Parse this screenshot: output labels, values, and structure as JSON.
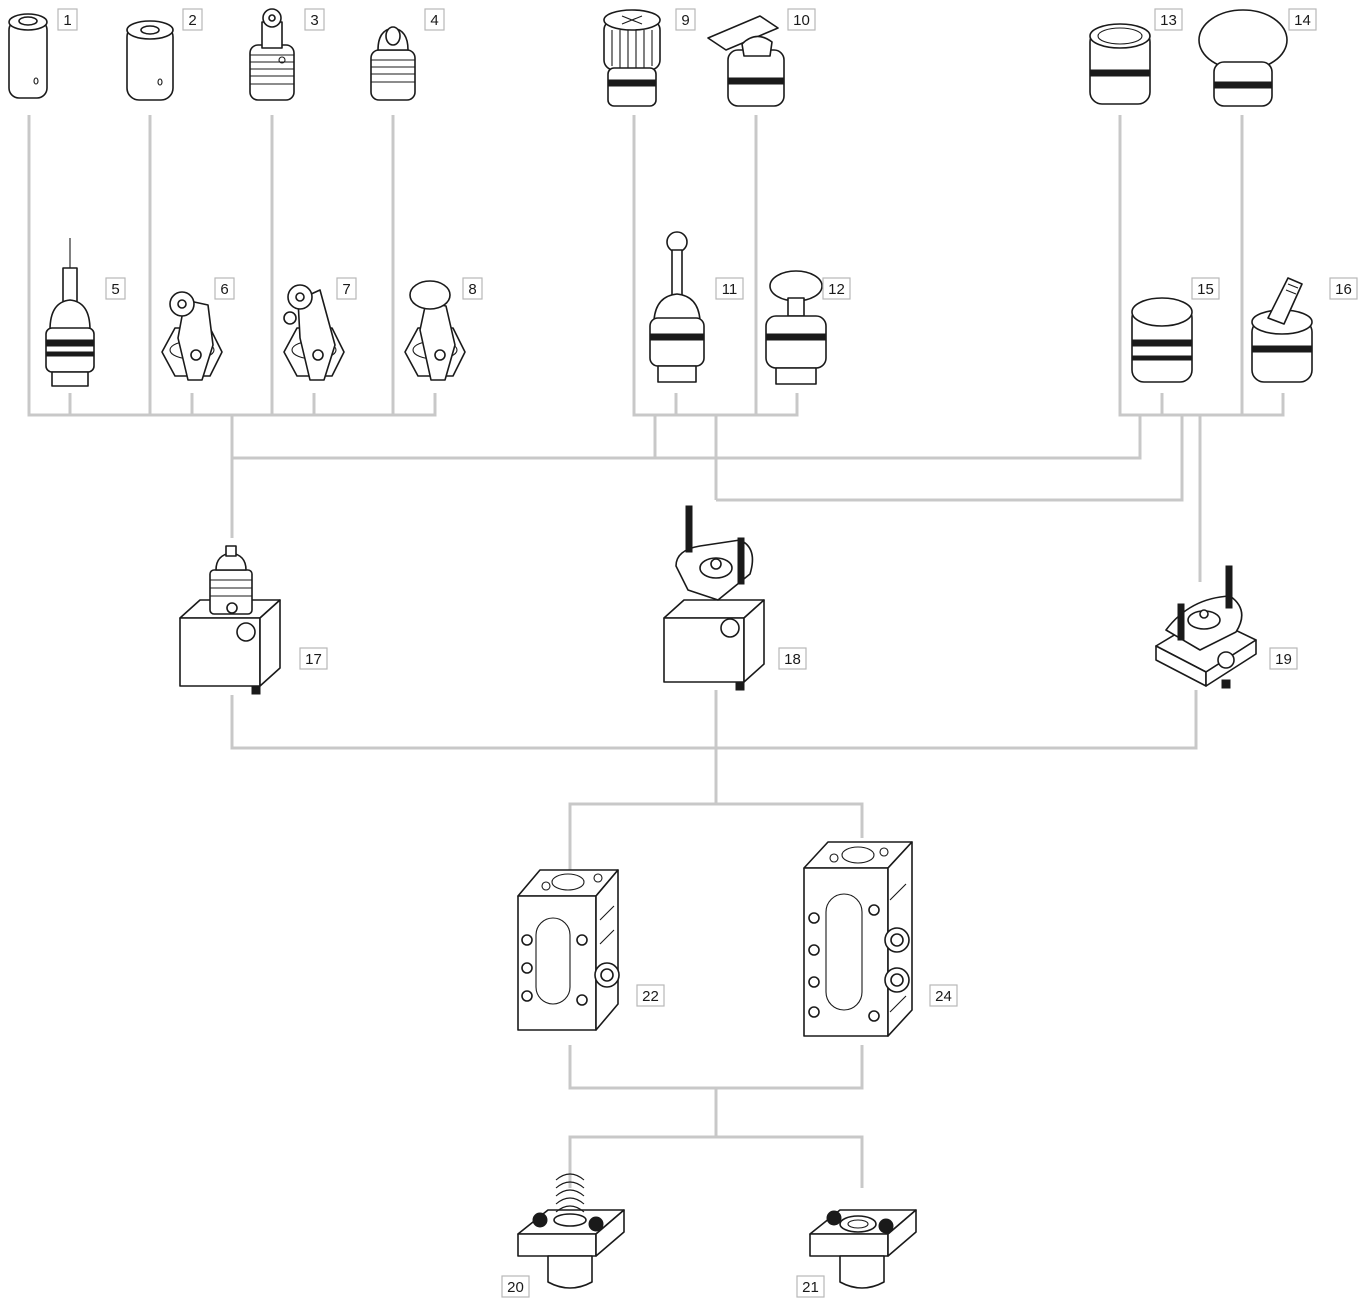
{
  "colors": {
    "connector": "#c8c8c8",
    "line_art": "#1a1a1a",
    "label_border": "#b8b8b8"
  },
  "labels": {
    "p1": "1",
    "p2": "2",
    "p3": "3",
    "p4": "4",
    "p5": "5",
    "p6": "6",
    "p7": "7",
    "p8": "8",
    "p9": "9",
    "p10": "10",
    "p11": "11",
    "p12": "12",
    "p13": "13",
    "p14": "14",
    "p15": "15",
    "p16": "16",
    "p17": "17",
    "p18": "18",
    "p19": "19",
    "p20": "20",
    "p21": "21",
    "p22": "22",
    "p24": "24"
  },
  "icons": {
    "p1": "plunger-cap-icon",
    "p2": "plain-plunger-icon",
    "p3": "roller-plunger-icon",
    "p4": "ball-plunger-icon",
    "p5": "spring-rod-actuator-icon",
    "p6": "roller-lever-icon",
    "p7": "roller-lever-offset-icon",
    "p8": "mushroom-lever-icon",
    "p9": "selector-knob-icon",
    "p10": "lever-selector-icon",
    "p11": "joystick-icon",
    "p12": "push-button-icon",
    "p13": "flush-button-icon",
    "p14": "mushroom-button-icon",
    "p15": "extended-button-icon",
    "p16": "toggle-lever-icon",
    "p17": "valve-head-body-icon",
    "p18": "valve-flange-body-icon",
    "p19": "flange-adapter-icon",
    "p20": "spring-return-base-icon",
    "p21": "detent-base-icon",
    "p22": "valve-body-small-icon",
    "p24": "valve-body-large-icon"
  }
}
